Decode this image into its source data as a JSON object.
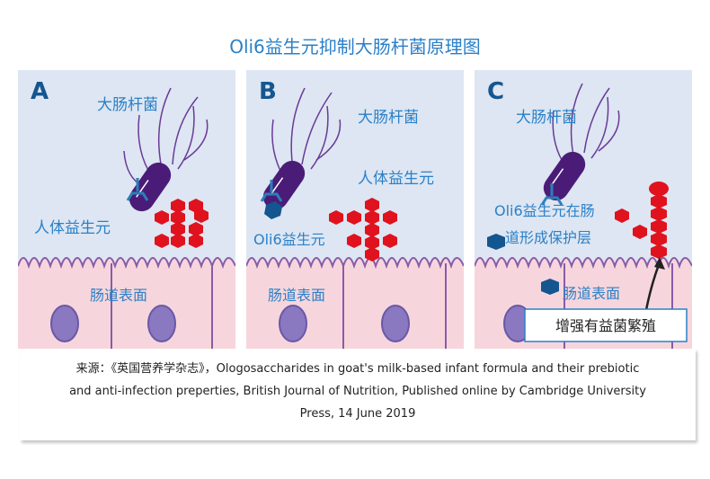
{
  "title": "Oli6益生元抑制大肠杆菌原理图",
  "colors": {
    "title": "#2b80c8",
    "panel_bg": "#dde6f2",
    "cell_fill": "#f6d6dc",
    "cell_stroke": "#8a5aa8",
    "nucleus": "#8a78c0",
    "bacterium": "#4a1c78",
    "receptor": "#2c7fb8",
    "prebiotic_red": "#e0121e",
    "oli6_blue": "#14568f"
  },
  "panels": [
    {
      "letter": "A",
      "bacteria_label": "大肠杆菌",
      "prebiotic_label": "人体益生元",
      "surface_label": "肠道表面"
    },
    {
      "letter": "B",
      "bacteria_label": "大肠杆菌",
      "prebiotic_label": "人体益生元",
      "oli6_label": "Oli6益生元",
      "surface_label": "肠道表面"
    },
    {
      "letter": "C",
      "bacteria_label": "大肠杆菌",
      "layer_label_1": "Oli6益生元在肠",
      "layer_label_2": "道形成保护层",
      "surface_label": "肠道表面",
      "growth_label": "增强有益菌繁殖"
    }
  ],
  "caption": {
    "line1": "来源：《英国营养学杂志》，Ologosaccharides in goat's milk-based infant formula and their prebiotic",
    "line2": "and anti-infection preperties, British Journal of Nutrition, Published online by Cambridge University",
    "line3": "Press, 14 June 2019"
  }
}
